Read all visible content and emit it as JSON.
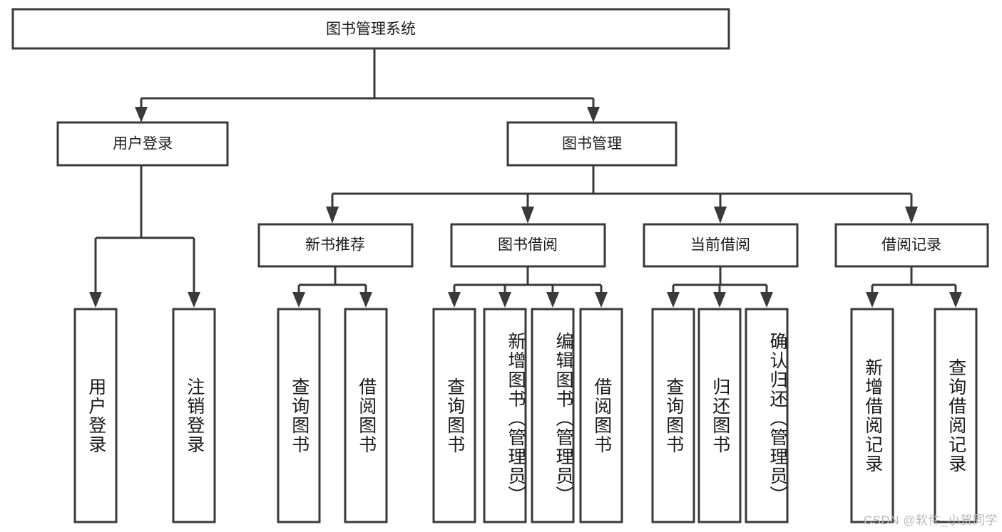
{
  "diagram": {
    "title": "图书管理系统",
    "type": "tree-hierarchy",
    "colors": {
      "box_stroke": "#3a3a3a",
      "box_fill": "#ffffff",
      "text": "#1a1a1a",
      "watermark": "#b9b9b9",
      "background": "#ffffff"
    },
    "root": {
      "label": "图书管理系统"
    },
    "level2": [
      {
        "id": "user-login",
        "label": "用户登录"
      },
      {
        "id": "book-management",
        "label": "图书管理"
      }
    ],
    "level3": [
      {
        "id": "new-book-recommend",
        "label": "新书推荐"
      },
      {
        "id": "book-borrow",
        "label": "图书借阅"
      },
      {
        "id": "current-borrow",
        "label": "当前借阅"
      },
      {
        "id": "borrow-record",
        "label": "借阅记录"
      }
    ],
    "leaves": {
      "user-login": [
        {
          "id": "leaf-user-login",
          "label": "用户登录"
        },
        {
          "id": "leaf-logout-login",
          "label": "注销登录"
        }
      ],
      "new-book-recommend": [
        {
          "id": "leaf-query-book-1",
          "label": "查询图书"
        },
        {
          "id": "leaf-borrow-book-1",
          "label": "借阅图书"
        }
      ],
      "book-borrow": [
        {
          "id": "leaf-query-book-2",
          "label": "查询图书"
        },
        {
          "id": "leaf-add-book",
          "label": "新增图书（管理员）"
        },
        {
          "id": "leaf-edit-book",
          "label": "编辑图书（管理员）"
        },
        {
          "id": "leaf-borrow-book-2",
          "label": "借阅图书"
        }
      ],
      "current-borrow": [
        {
          "id": "leaf-query-book-3",
          "label": "查询图书"
        },
        {
          "id": "leaf-return-book",
          "label": "归还图书"
        },
        {
          "id": "leaf-confirm-return",
          "label": "确认归还（管理员）"
        }
      ],
      "borrow-record": [
        {
          "id": "leaf-add-record",
          "label": "新增借阅记录"
        },
        {
          "id": "leaf-query-record",
          "label": "查询借阅记录"
        }
      ]
    }
  },
  "watermark": {
    "text": "CSDN @软件_小贺同学"
  }
}
